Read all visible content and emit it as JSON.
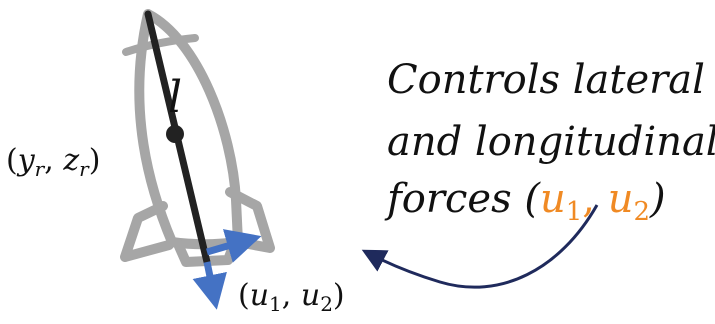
{
  "labels": {
    "length_symbol": "l",
    "position": {
      "open": "(",
      "y": "y",
      "y_sub": "r",
      "comma": ", ",
      "z": "z",
      "z_sub": "r",
      "close": ")"
    },
    "input_label": {
      "open": "(",
      "u1": "u",
      "u1_sub": "1",
      "comma": ", ",
      "u2": "u",
      "u2_sub": "2",
      "close": ")"
    }
  },
  "caption": {
    "line1": "Controls lateral",
    "line2": "and longitudinal",
    "line3_prefix": "forces (",
    "u1": "u",
    "u1_sub": "1",
    "comma": ", ",
    "u2": "u",
    "u2_sub": "2",
    "close": ")"
  },
  "colors": {
    "rocket_outline": "#a6a6a6",
    "rocket_axis": "#222222",
    "force_arrows": "#4472c4",
    "curved_arrow": "#1f2a5c",
    "highlight_text": "#f08a24"
  },
  "icons": {
    "rocket": "rocket-outline-icon",
    "force_arrows": "arrow-icon",
    "pointer": "curved-arrow-icon"
  }
}
